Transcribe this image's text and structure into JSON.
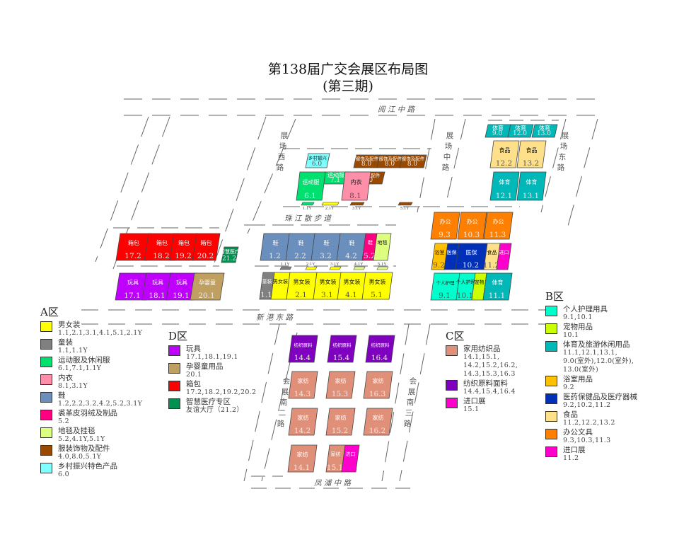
{
  "title_line1": "第138届广交会展区布局图",
  "title_line2": "(第三期)",
  "colors": {
    "mens_women_wear": "#ffff00",
    "kids_wear": "#808080",
    "sportswear": "#00e070",
    "underwear": "#ff8fa8",
    "shoes": "#6a8fbd",
    "leather_fur": "#ff0080",
    "carpets": "#ddff80",
    "accessories": "#9a4a00",
    "rural": "#80ffff",
    "personal_care": "#00ffcc",
    "pet": "#ccff00",
    "sports_outdoor": "#00b8b8",
    "bath": "#ffc000",
    "medical": "#0030b8",
    "food": "#ffe08a",
    "office": "#ff8000",
    "import_b": "#ff00cc",
    "toys": "#c000ff",
    "maternity": "#c0a060",
    "bags": "#ff0000",
    "smart_medical": "#009050",
    "home_textiles": "#e09078",
    "textile_materials": "#8000c0",
    "import_c": "#ff00cc"
  },
  "roads": [
    {
      "id": "road-north",
      "text": "阅  江  中  路"
    },
    {
      "id": "road-xilu",
      "text": "展场西路"
    },
    {
      "id": "road-zhonglu",
      "text": "展场中路"
    },
    {
      "id": "road-donglu",
      "text": "展场东路"
    },
    {
      "id": "road-pubu",
      "text": "珠  江  散  步  道"
    },
    {
      "id": "road-xingang",
      "text": "新  港  东  路"
    },
    {
      "id": "road-huier",
      "text": "会展南二路"
    },
    {
      "id": "road-huisan",
      "text": "会展南三路"
    },
    {
      "id": "road-fengpu",
      "text": "凤  浦  中  路"
    }
  ],
  "halls": [
    {
      "id": "6-0",
      "label": "乡村振兴",
      "code": "6.0",
      "color": "#80ffff"
    },
    {
      "id": "8-0a",
      "label": "服饰及配件",
      "code": "8.0",
      "color": "#9a4a00"
    },
    {
      "id": "8-0b",
      "label": "服饰及配件",
      "code": "8.0",
      "color": "#9a4a00"
    },
    {
      "id": "8-0c",
      "label": "服饰及配件",
      "code": "8.0",
      "color": "#9a4a00"
    },
    {
      "id": "7-1",
      "label": "运动服",
      "code": "7.1",
      "color": "#00e070"
    },
    {
      "id": "4-0",
      "label": "服饰及配件",
      "code": "4.0",
      "color": "#9a4a00"
    },
    {
      "id": "6-1",
      "label": "运动服",
      "code": "6.1",
      "color": "#00e070"
    },
    {
      "id": "8-1",
      "label": "内衣",
      "code": "8.1",
      "color": "#ff8fa8"
    },
    {
      "id": "9-0",
      "label": "体育",
      "code": "9.0",
      "color": "#00b8b8"
    },
    {
      "id": "12-0",
      "label": "体育",
      "code": "12.0",
      "color": "#00b8b8"
    },
    {
      "id": "13-0",
      "label": "体育",
      "code": "13.0",
      "color": "#00b8b8"
    },
    {
      "id": "12-2",
      "label": "食品",
      "code": "12.2",
      "color": "#ffe08a"
    },
    {
      "id": "13-2",
      "label": "食品",
      "code": "13.2",
      "color": "#ffe08a"
    },
    {
      "id": "12-1",
      "label": "体育",
      "code": "12.1",
      "color": "#00b8b8"
    },
    {
      "id": "13-1",
      "label": "体育",
      "code": "13.1",
      "color": "#00b8b8"
    },
    {
      "id": "9-3",
      "label": "办公",
      "code": "9.3",
      "color": "#ff8000"
    },
    {
      "id": "10-3",
      "label": "办公",
      "code": "10.3",
      "color": "#ff8000"
    },
    {
      "id": "11-3",
      "label": "办公",
      "code": "11.3",
      "color": "#ff8000"
    },
    {
      "id": "9-2a",
      "label": "浴室",
      "code": "9.2",
      "color": "#ffc000"
    },
    {
      "id": "9-2b",
      "label": "医保",
      "code": "",
      "color": "#0030b8"
    },
    {
      "id": "10-2",
      "label": "医保",
      "code": "10.2",
      "color": "#0030b8"
    },
    {
      "id": "11-2a",
      "label": "食品",
      "code": "11.2",
      "color": "#ffe08a"
    },
    {
      "id": "11-2b",
      "label": "进口",
      "code": "",
      "color": "#ff00cc"
    },
    {
      "id": "9-1",
      "label": "个人护理",
      "code": "9.1",
      "color": "#00ffcc"
    },
    {
      "id": "10-1a",
      "label": "个人护理",
      "code": "10.1",
      "color": "#00ffcc"
    },
    {
      "id": "10-1b",
      "label": "宠物",
      "code": "",
      "color": "#ccff00"
    },
    {
      "id": "11-1",
      "label": "体育",
      "code": "11.1",
      "color": "#00b8b8"
    },
    {
      "id": "17-2",
      "label": "箱包",
      "code": "17.2",
      "color": "#ff0000"
    },
    {
      "id": "18-2",
      "label": "箱包",
      "code": "18.2",
      "color": "#ff0000"
    },
    {
      "id": "19-2",
      "label": "箱包",
      "code": "19.2",
      "color": "#ff0000"
    },
    {
      "id": "20-2",
      "label": "箱包",
      "code": "20.2",
      "color": "#ff0000"
    },
    {
      "id": "21-2",
      "label": "智慧医疗",
      "code": "21.2",
      "color": "#009050"
    },
    {
      "id": "17-1",
      "label": "玩具",
      "code": "17.1",
      "color": "#c000ff"
    },
    {
      "id": "18-1",
      "label": "玩具",
      "code": "18.1",
      "color": "#c000ff"
    },
    {
      "id": "19-1",
      "label": "玩具",
      "code": "19.1",
      "color": "#c000ff"
    },
    {
      "id": "20-1",
      "label": "孕婴童",
      "code": "20.1",
      "color": "#c0a060"
    },
    {
      "id": "1-2",
      "label": "鞋",
      "code": "1.2",
      "color": "#6a8fbd"
    },
    {
      "id": "2-2",
      "label": "鞋",
      "code": "2.2",
      "color": "#6a8fbd"
    },
    {
      "id": "3-2",
      "label": "鞋",
      "code": "3.2",
      "color": "#6a8fbd"
    },
    {
      "id": "4-2",
      "label": "鞋",
      "code": "4.2",
      "color": "#6a8fbd"
    },
    {
      "id": "5-2a",
      "label": "鞋",
      "code": "5.2",
      "color": "#ff0080"
    },
    {
      "id": "5-2b",
      "label": "地毯",
      "code": "",
      "color": "#ddff80"
    },
    {
      "id": "1-1a",
      "label": "童装",
      "code": "1.1",
      "color": "#808080"
    },
    {
      "id": "1-1b",
      "label": "男女装",
      "code": "",
      "color": "#ffff00"
    },
    {
      "id": "2-1",
      "label": "男女装",
      "code": "2.1",
      "color": "#ffff00"
    },
    {
      "id": "3-1",
      "label": "男女装",
      "code": "3.1",
      "color": "#ffff00"
    },
    {
      "id": "4-1",
      "label": "男女装",
      "code": "4.1",
      "color": "#ffff00"
    },
    {
      "id": "5-1",
      "label": "男女装",
      "code": "5.1",
      "color": "#ffff00"
    },
    {
      "id": "14-4",
      "label": "纺织原料",
      "code": "14.4",
      "color": "#8000c0"
    },
    {
      "id": "15-4",
      "label": "纺织原料",
      "code": "15.4",
      "color": "#8000c0"
    },
    {
      "id": "16-4",
      "label": "纺织原料",
      "code": "16.4",
      "color": "#8000c0"
    },
    {
      "id": "14-3",
      "label": "家纺",
      "code": "14.3",
      "color": "#e09078"
    },
    {
      "id": "15-3",
      "label": "家纺",
      "code": "15.3",
      "color": "#e09078"
    },
    {
      "id": "16-3",
      "label": "家纺",
      "code": "16.3",
      "color": "#e09078"
    },
    {
      "id": "14-2",
      "label": "家纺",
      "code": "14.2",
      "color": "#e09078"
    },
    {
      "id": "15-2",
      "label": "家纺",
      "code": "15.2",
      "color": "#e09078"
    },
    {
      "id": "16-2",
      "label": "家纺",
      "code": "16.2",
      "color": "#e09078"
    },
    {
      "id": "14-1",
      "label": "家纺",
      "code": "14.1",
      "color": "#e09078"
    },
    {
      "id": "15-1a",
      "label": "家纺",
      "code": "15.1",
      "color": "#e09078"
    },
    {
      "id": "15-1b",
      "label": "进口",
      "code": "",
      "color": "#ff00cc"
    }
  ],
  "small_zones": [
    {
      "id": "1-1y",
      "code": "1.1Y",
      "color": "#00e070"
    },
    {
      "id": "2-1y",
      "code": "2.1Y",
      "color": "#ffff00"
    },
    {
      "id": "3-1y",
      "code": "3.1Y",
      "color": "#9a4a00"
    },
    {
      "id": "5-1y",
      "code": "5.1Y",
      "color": "#9a4a00"
    },
    {
      "id": "1-1y-b",
      "code": "1.1Y",
      "color": "#808080"
    },
    {
      "id": "2-1y-b",
      "code": "2.1Y",
      "color": "#ffff00"
    },
    {
      "id": "3-1y-b",
      "code": "3.1Y",
      "color": "#ffff00"
    },
    {
      "id": "4-1y-b",
      "code": "4.1Y",
      "color": "#ddff80"
    },
    {
      "id": "5-1y-b",
      "code": "5.1Y",
      "color": "#ddff80"
    }
  ],
  "legend_a": {
    "header": "A区",
    "items": [
      {
        "name": "男女装",
        "codes": "1.1,2.1,3.1,4.1,5.1,2.1Y",
        "color": "#ffff00"
      },
      {
        "name": "童装",
        "codes": "1.1,1.1Y",
        "color": "#808080"
      },
      {
        "name": "运动服及休闲服",
        "codes": "6.1,7.1,1.1Y",
        "color": "#00e070"
      },
      {
        "name": "内衣",
        "codes": "8.1,3.1Y",
        "color": "#ff8fa8"
      },
      {
        "name": "鞋",
        "codes": "1.2,2.2,3.2,4.2,5.2,3.1Y",
        "color": "#6a8fbd"
      },
      {
        "name": "裘革皮羽绒及制品",
        "codes": "5.2",
        "color": "#ff0080"
      },
      {
        "name": "地毯及挂毯",
        "codes": "5.2,4.1Y,5.1Y",
        "color": "#ddff80"
      },
      {
        "name": "服装饰物及配件",
        "codes": "4.0,8.0,5.1Y",
        "color": "#9a4a00"
      },
      {
        "name": "乡村振兴特色产品",
        "codes": "6.0",
        "color": "#80ffff"
      }
    ]
  },
  "legend_d": {
    "header": "D区",
    "items": [
      {
        "name": "玩具",
        "codes": "17.1,18.1,19.1",
        "color": "#c000ff"
      },
      {
        "name": "孕婴童用品",
        "codes": "20.1",
        "color": "#c0a060"
      },
      {
        "name": "箱包",
        "codes": "17.2,18.2,19.2,20.2",
        "color": "#ff0000"
      },
      {
        "name": "智慧医疗专区",
        "codes": "友谊大厅（21.2）",
        "color": "#009050"
      }
    ]
  },
  "legend_c": {
    "header": "C区",
    "items": [
      {
        "name": "家用纺织品",
        "codes": "14.1,15.1,\n14.2,15.2,16.2,\n14.3,15.3,16.3",
        "color": "#e09078"
      },
      {
        "name": "纺织原料面料",
        "codes": "14.4,15.4,16.4",
        "color": "#8000c0"
      },
      {
        "name": "进口展",
        "codes": "15.1",
        "color": "#ff00cc"
      }
    ]
  },
  "legend_b": {
    "header": "B区",
    "items": [
      {
        "name": "个人护理用具",
        "codes": "9.1,10.1",
        "color": "#00ffcc"
      },
      {
        "name": "宠物用品",
        "codes": "10.1",
        "color": "#ccff00"
      },
      {
        "name": "体育及旅游休闲用品",
        "codes": "11.1,12.1,13.1,\n9.0(室外),12.0(室外),\n13.0(室外)",
        "color": "#00b8b8"
      },
      {
        "name": "浴室用品",
        "codes": "9.2",
        "color": "#ffc000"
      },
      {
        "name": "医药保健品及医疗器械",
        "codes": "9.2,10.2,11.2",
        "color": "#0030b8"
      },
      {
        "name": "食品",
        "codes": "11.2,12.2,13.2",
        "color": "#ffe08a"
      },
      {
        "name": "办公文具",
        "codes": "9.3,10.3,11.3",
        "color": "#ff8000"
      },
      {
        "name": "进口展",
        "codes": "11.2",
        "color": "#ff00cc"
      }
    ]
  }
}
